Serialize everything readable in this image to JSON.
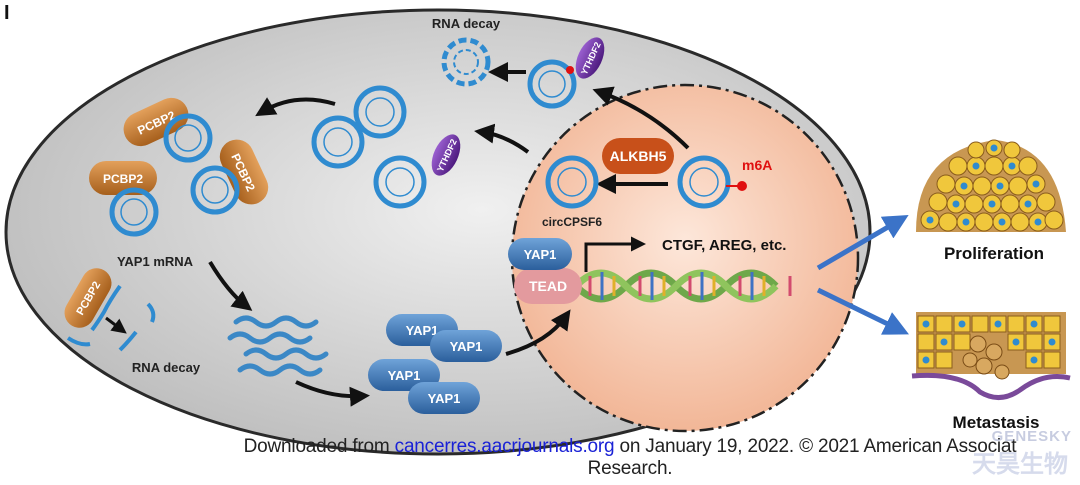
{
  "panel_letter": "I",
  "labels": {
    "rna_decay_top": "RNA decay",
    "rna_decay_left": "RNA decay",
    "yap1_mrna": "YAP1 mRNA",
    "circcpsf6": "circCPSF6",
    "alkbh5": "ALKBH5",
    "m6a": "m6A",
    "targets": "CTGF, AREG, etc.",
    "proliferation": "Proliferation",
    "metastasis": "Metastasis",
    "tead": "TEAD",
    "yap1": "YAP1",
    "pcbp2": "PCBP2",
    "ythdf2": "YTHDF2"
  },
  "footer": {
    "prefix": "Downloaded from ",
    "link": "cancerres.aacrjournals.org",
    "suffix": " on January 19, 2022. © 2021 American Associat",
    "line2": "Research."
  },
  "watermark": {
    "top": "GENESKY",
    "bottom": "天昊生物"
  },
  "colors": {
    "cell": "#d9d9d9",
    "nucleus": "#f7c3a6",
    "ring": "#2f8bd0",
    "pcbp2": "#c77a2a",
    "ythdf2": "#6a2c9e",
    "alkbh5": "#c8501a",
    "yap1": "#3f7ec0",
    "tead": "#e39a9e",
    "m6a": "#e01010",
    "arrow_blue": "#3b73c8"
  }
}
